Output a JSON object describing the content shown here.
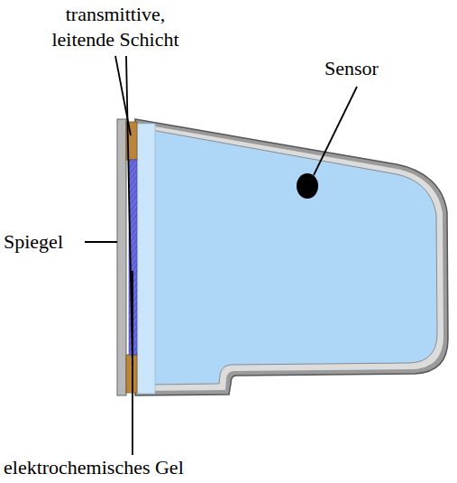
{
  "diagram": {
    "labels": [
      "transmittive, leitende Schicht",
      "Sensor",
      "Spiegel",
      "elektrochemisches Gel"
    ]
  }
}
